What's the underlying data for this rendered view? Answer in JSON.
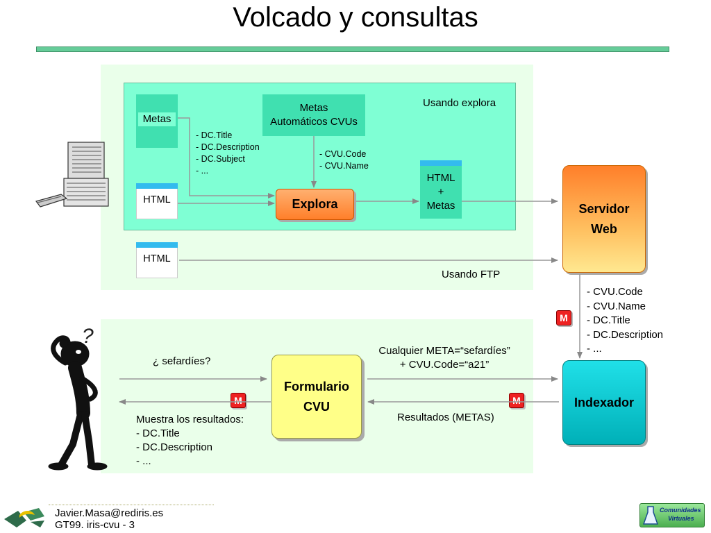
{
  "title": "Volcado y consultas",
  "top": {
    "metas_label": "Metas",
    "metas_auto_line1": "Metas",
    "metas_auto_line2": "Automáticos CVUs",
    "usando_explora": "Usando explora",
    "dc_fields": "- DC.Title\n- DC.Description\n- DC.Subject\n- ...",
    "cvu_fields": "- CVU.Code\n- CVU.Name",
    "html_label_1": "HTML",
    "html_label_2": "HTML",
    "explora": "Explora",
    "html_metas": "HTML\n+\nMetas",
    "usando_ftp": "Usando FTP"
  },
  "servidor": {
    "label": "Servidor\nWeb"
  },
  "indexer_fields": "- CVU.Code\n- CVU.Name\n- DC.Title\n- DC.Description\n- ...",
  "bottom": {
    "query": "¿ sefardíes?",
    "formulario": "Formulario\nCVU",
    "meta_query": "Cualquier META=“sefardíes”\n+ CVU.Code=“a21”",
    "results_meta": "Resultados (METAS)",
    "show_results": "Muestra los resultados:\n- DC.Title\n- DC.Description\n- ...",
    "question_mark": "?"
  },
  "indexador": {
    "label": "Indexador"
  },
  "badge": "M",
  "footer": {
    "email": "Javier.Masa@rediris.es",
    "ref": "GT99. iris-cvu - 3",
    "logo_text_1": "Comunidades",
    "logo_text_2": "Virtuales"
  },
  "colors": {
    "panel": "#eaffea",
    "inner": "#7fffd4",
    "teal": "#40e0b0",
    "explora": "#ff8c33",
    "servidor": "#ff7f2a",
    "indexador": "#00c8d0",
    "formulario": "#ffff88"
  }
}
